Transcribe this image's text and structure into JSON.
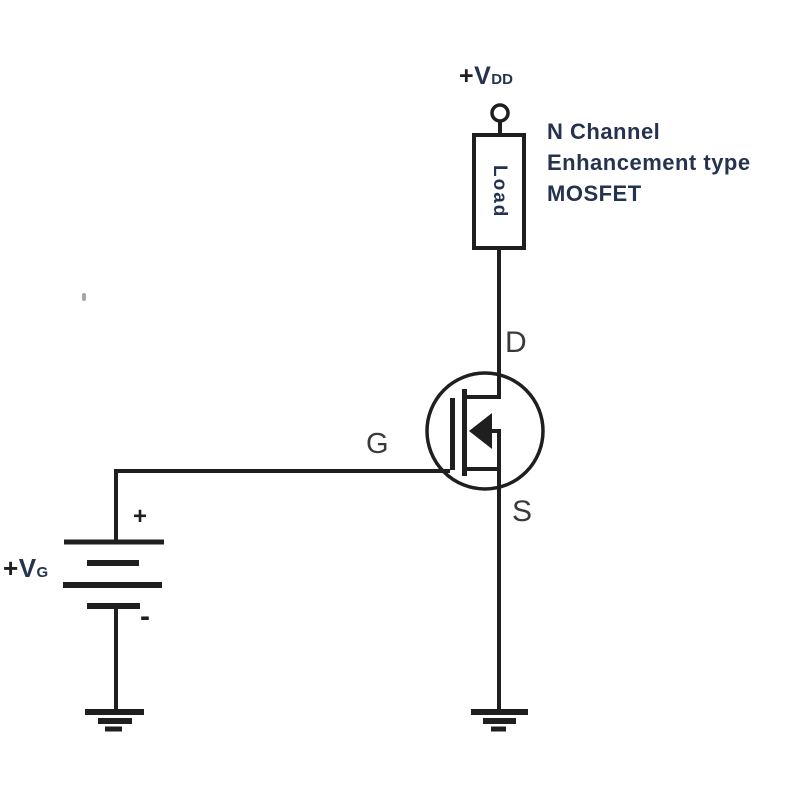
{
  "colors": {
    "line": "#1f1f1f",
    "navy": "#26334f",
    "terminal_labels": "#3a3a3a",
    "background": "#ffffff"
  },
  "labels": {
    "vdd": {
      "plus": "+",
      "v": "V",
      "sub": "DD"
    },
    "vg": {
      "plus": "+",
      "v": "V",
      "sub": "G"
    },
    "load": "Load",
    "drain": "D",
    "gate": "G",
    "source": "S",
    "battery_plus": "+",
    "battery_minus": "-"
  },
  "description": {
    "lines": [
      "N Channel",
      "Enhancement type",
      "MOSFET"
    ]
  }
}
